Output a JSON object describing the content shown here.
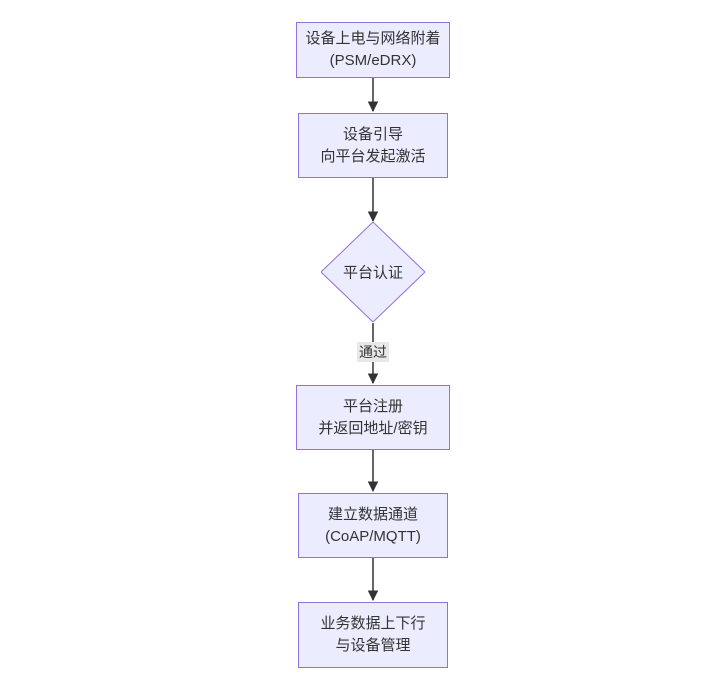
{
  "diagram": {
    "type": "flowchart",
    "direction": "top-down",
    "nodes": [
      {
        "id": "power_attach",
        "shape": "rect",
        "lines": [
          "设备上电与网络附着",
          "(PSM/eDRX)"
        ]
      },
      {
        "id": "bootstrap",
        "shape": "rect",
        "lines": [
          "设备引导",
          "向平台发起激活"
        ]
      },
      {
        "id": "auth",
        "shape": "diamond",
        "lines": [
          "平台认证"
        ]
      },
      {
        "id": "register",
        "shape": "rect",
        "lines": [
          "平台注册",
          "并返回地址/密钥"
        ]
      },
      {
        "id": "channel",
        "shape": "rect",
        "lines": [
          "建立数据通道",
          "(CoAP/MQTT)"
        ]
      },
      {
        "id": "business",
        "shape": "rect",
        "lines": [
          "业务数据上下行",
          "与设备管理"
        ]
      }
    ],
    "edges": [
      {
        "from": "power_attach",
        "to": "bootstrap"
      },
      {
        "from": "bootstrap",
        "to": "auth"
      },
      {
        "from": "auth",
        "to": "register",
        "label": "通过"
      },
      {
        "from": "register",
        "to": "channel"
      },
      {
        "from": "channel",
        "to": "business"
      }
    ],
    "colors": {
      "node_fill": "#ECECFF",
      "node_border": "#9370DB",
      "edge_line": "#333333",
      "text": "#333333",
      "edge_label_bg": "#E8E8E8",
      "background": "#FFFFFF"
    }
  }
}
